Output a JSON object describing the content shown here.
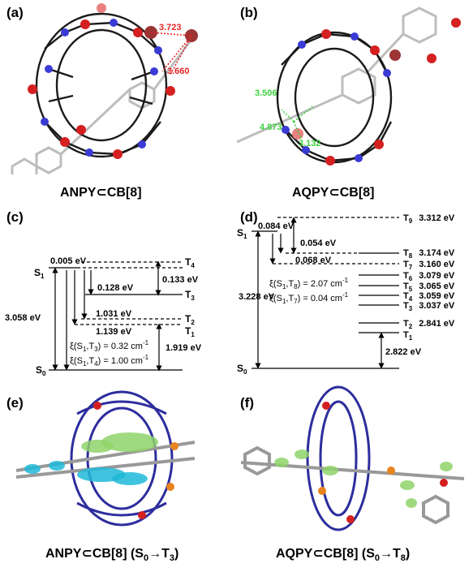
{
  "panels": {
    "a": {
      "label": "(a)",
      "caption_parts": [
        "ANPY",
        "⊂",
        "CB[8]"
      ],
      "distances": [
        "3.723",
        "3.660"
      ],
      "distance_color": "#e32424"
    },
    "b": {
      "label": "(b)",
      "caption_parts": [
        "AQPY",
        "⊂",
        "CB[8]"
      ],
      "distances": [
        "3.506",
        "4.873",
        "3.132"
      ],
      "distance_color": "#3cd23c"
    },
    "c": {
      "label": "(c)",
      "states": {
        "s1": "S",
        "s1_sub": "1",
        "s0": "S",
        "s0_sub": "0",
        "t4": "T",
        "t4_sub": "4",
        "t3": "T",
        "t3_sub": "3",
        "t2": "T",
        "t2_sub": "2",
        "t1": "T",
        "t1_sub": "1"
      },
      "gaps": [
        "0.005 eV",
        "0.128 eV",
        "0.133 eV",
        "1.031 eV",
        "1.139 eV",
        "3.058 eV",
        "1.919 eV"
      ],
      "soc": [
        {
          "pre": "ξ(S",
          "s": "1",
          "mid": ",T",
          "t": "3",
          "post": ") = 0.32 cm",
          "exp": "-1"
        },
        {
          "pre": "ξ(S",
          "s": "1",
          "mid": ",T",
          "t": "4",
          "post": ") = 1.00 cm",
          "exp": "-1"
        }
      ]
    },
    "d": {
      "label": "(d)",
      "states": {
        "s1": "S",
        "s1_sub": "1",
        "s0": "S",
        "s0_sub": "0"
      },
      "triplets": [
        {
          "name": "T",
          "sub": "9",
          "energy": "3.312 eV"
        },
        {
          "name": "T",
          "sub": "8",
          "energy": "3.174 eV"
        },
        {
          "name": "T",
          "sub": "7",
          "energy": "3.160 eV"
        },
        {
          "name": "T",
          "sub": "6",
          "energy": "3.079 eV"
        },
        {
          "name": "T",
          "sub": "5",
          "energy": "3.065 eV"
        },
        {
          "name": "T",
          "sub": "4",
          "energy": "3.059 eV"
        },
        {
          "name": "T",
          "sub": "3",
          "energy": "3.037 eV"
        },
        {
          "name": "T",
          "sub": "2",
          "energy": "2.841 eV"
        },
        {
          "name": "T",
          "sub": "1",
          "energy": ""
        }
      ],
      "gaps": [
        "0.084 eV",
        "0.054 eV",
        "0.068 eV",
        "3.228 eV",
        "2.822 eV"
      ],
      "soc": [
        {
          "pre": "ξ(S",
          "s": "1",
          "mid": ",T",
          "t": "8",
          "post": ") = 2.07 cm",
          "exp": "-1"
        },
        {
          "pre": "ξ(S",
          "s": "1",
          "mid": ",T",
          "t": "7",
          "post": ") = 0.04 cm",
          "exp": "-1"
        }
      ]
    },
    "e": {
      "label": "(e)",
      "caption_parts": [
        "ANPY",
        "⊂",
        "CB[8] (S",
        "0",
        "→T",
        "3",
        ")"
      ]
    },
    "f": {
      "label": "(f)",
      "caption_parts": [
        "AQPY",
        "⊂",
        "CB[8] (S",
        "0",
        "→T",
        "8",
        ")"
      ]
    }
  },
  "colors": {
    "carbon": "#8c8c8c",
    "nitrogen": "#3b3bd6",
    "oxygen": "#d42020",
    "bromine": "#9c3434",
    "hydrogen": "#ffffff",
    "bond": "#1a1a1a",
    "orbital_green": "#8fd46a",
    "orbital_cyan": "#1fb8d8",
    "orbital_orange": "#e8841e"
  }
}
